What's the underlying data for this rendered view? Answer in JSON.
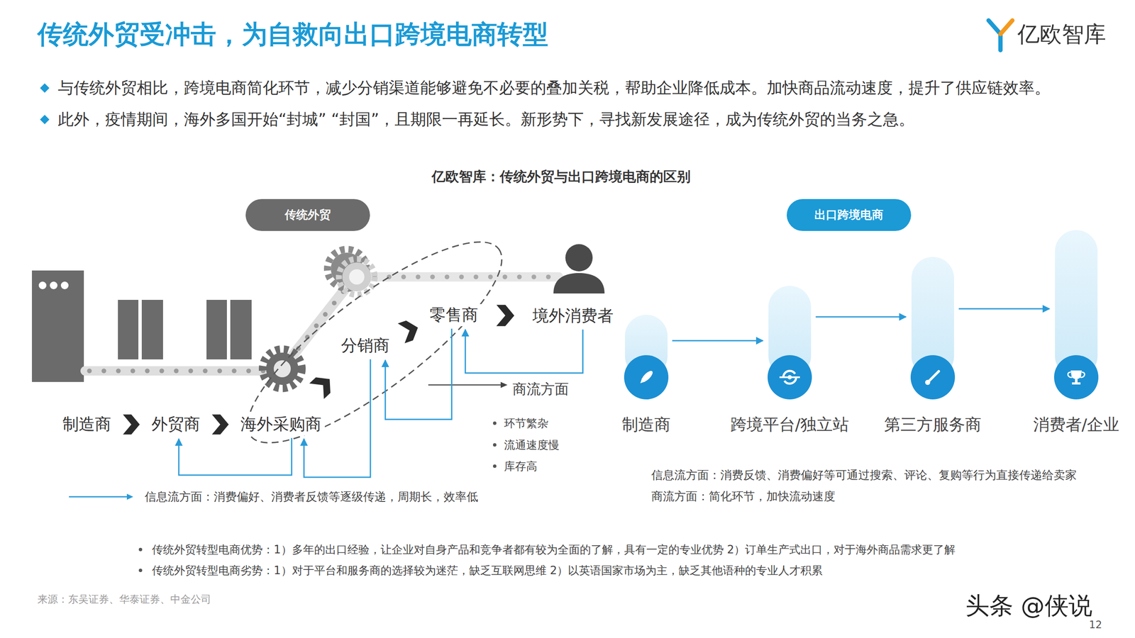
{
  "diagram": {
    "title": "传统外贸受冲击，为自救向出口跨境电商转型",
    "nodes": [
      {
        "text": [
          "传统外贸"
        ]
      },
      {
        "text": [
          "出口跨境电商"
        ]
      },
      {
        "text": [
          "制造商"
        ]
      },
      {
        "text": [
          "外贸商"
        ]
      },
      {
        "text": [
          "海外采购商"
        ]
      },
      {
        "text": [
          "分销商"
        ]
      },
      {
        "text": [
          "零售商"
        ]
      },
      {
        "text": [
          "境外消费者"
        ]
      },
      {
        "text": [
          "制造商"
        ]
      },
      {
        "text": [
          "跨境平台/独立站"
        ]
      },
      {
        "text": [
          "第三方服务商"
        ]
      },
      {
        "text": [
          "消费者/企业"
        ]
      }
    ],
    "edges": [
      {
        "from": 2,
        "to": 3,
        "arrow": "to"
      },
      {
        "from": 3,
        "to": 4,
        "arrow": "to"
      },
      {
        "from": 4,
        "to": 5,
        "arrow": "to"
      },
      {
        "from": 5,
        "to": 6,
        "arrow": "to"
      },
      {
        "from": 6,
        "to": 7,
        "arrow": "to"
      },
      {
        "from": 7,
        "to": 6,
        "arrow": "to"
      },
      {
        "from": 6,
        "to": 5,
        "arrow": "to"
      },
      {
        "from": 5,
        "to": 4,
        "arrow": "to"
      },
      {
        "from": 4,
        "to": 3,
        "arrow": "to"
      },
      {
        "from": 8,
        "to": 9,
        "arrow": "to"
      },
      {
        "from": 9,
        "to": 10,
        "arrow": "to"
      },
      {
        "from": 10,
        "to": 11,
        "arrow": "to"
      }
    ],
    "labels": [
      "亿欧智库",
      "与传统外贸相比，跨境电商简化环节，减少分销渠道能够避免不必要的叠加关税，帮助企业降低成本。加快商品流动速度，提升了供应链效率。",
      "此外，疫情期间，海外多国开始“封城” “封国”，且期限一再延长。新形势下，寻找新发展途径，成为传统外贸的当务之急。",
      "亿欧智库：传统外贸与出口跨境电商的区别",
      "商流方面",
      "环节繁杂",
      "流通速度慢",
      "库存高",
      "信息流方面：消费反馈、消费偏好等可通过搜索、评论、复购等行为直接传递给卖家",
      "商流方面：简化环节，加快流动速度",
      "传统外贸转型电商优势：1）多年的出口经验，让企业对自身产品和竞争者都有较为全面的了解，具有一定的专业优势 2）订单生产式出口，对于海外商品需求更了解",
      "传统外贸转型电商劣势：1）对于平台和服务商的选择较为迷茫，缺乏互联网思维 2）以英语国家市场为主，缺乏其他语种的专业人才积累",
      "来源：东吴证券、华泰证券、中金公司",
      "头条 @侠说",
      "12"
    ],
    "legend": [
      {
        "text": "信息流方面：消费偏好、消费者反馈等逐级传递，周期长，效率低"
      }
    ]
  }
}
